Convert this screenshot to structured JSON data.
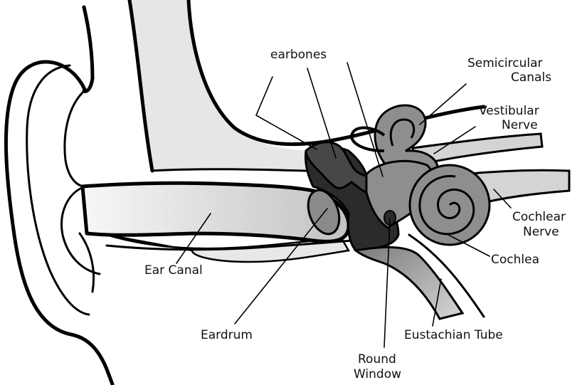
{
  "labels": {
    "earbones": "earbones",
    "semicircular_canals_line1": "Semicircular",
    "semicircular_canals_line2": "Canals",
    "vestibular_nerve_line1": "Vestibular",
    "vestibular_nerve_line2": "Nerve",
    "cochlear_nerve_line1": "Cochlear",
    "cochlear_nerve_line2": "Nerve",
    "cochlea": "Cochlea",
    "ear_canal": "Ear Canal",
    "eardrum": "Eardrum",
    "eustachian_tube": "Eustachian Tube",
    "round_window_line1": "Round",
    "round_window_line2": "Window"
  },
  "colors": {
    "outline": "#000000",
    "light_tissue": "#e4e4e4",
    "canal_gradient_start": "#f7f7f7",
    "canal_gradient_end": "#c6c6c6",
    "inner_ear": "#8e8e8e",
    "bones": "#3c3c3c",
    "middle_ear": "#2b2b2b"
  }
}
